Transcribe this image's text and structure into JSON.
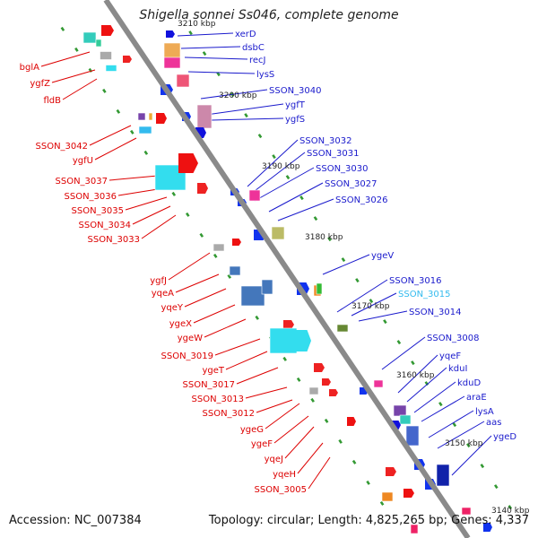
{
  "title": "Shigella sonnei Ss046, complete genome",
  "accession": "Accession: NC_007384",
  "summary": "Topology: circular; Length: 4,825,265 bp; Genes: 4,337",
  "colors": {
    "backbone": "#8a8a8a",
    "left_labels": "#dd0000",
    "right_labels": "#1a1acc",
    "highlight_label": "#33bbee",
    "tick_marks": "#339933",
    "kbp_labels": "#222222"
  },
  "kbp_labels": [
    "3210 kbp",
    "3200 kbp",
    "3190 kbp",
    "3180 kbp",
    "3170 kbp",
    "3160 kbp",
    "3150 kbp",
    "3140 kbp"
  ],
  "left_labels": [
    "bglA",
    "ygfZ",
    "fldB",
    "SSON_3042",
    "ygfU",
    "SSON_3037",
    "SSON_3036",
    "SSON_3035",
    "SSON_3034",
    "SSON_3033",
    "ygfJ",
    "yqeA",
    "yqeY",
    "ygeX",
    "ygeW",
    "SSON_3019",
    "ygeT",
    "SSON_3017",
    "SSON_3013",
    "SSON_3012",
    "ygeG",
    "ygeF",
    "yqeJ",
    "yqeH",
    "SSON_3005"
  ],
  "right_labels": [
    "xerD",
    "dsbC",
    "recJ",
    "lysS",
    "SSON_3040",
    "ygfT",
    "ygfS",
    "SSON_3032",
    "SSON_3031",
    "SSON_3030",
    "SSON_3027",
    "SSON_3026",
    "ygeV",
    "SSON_3016",
    "SSON_3015",
    "SSON_3014",
    "SSON_3008",
    "yqeF",
    "kduI",
    "kduD",
    "araE",
    "lysA",
    "aas",
    "ygeD"
  ]
}
